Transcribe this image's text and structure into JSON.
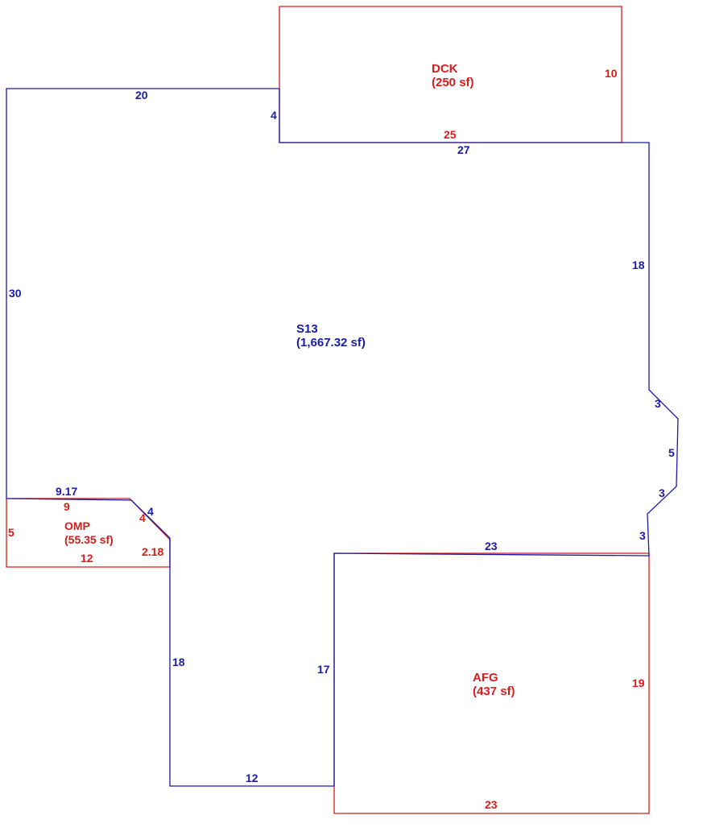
{
  "colors": {
    "main_structure": "#1a1aa8",
    "attached": "#d81c1c"
  },
  "areas": {
    "s13": {
      "name": "S13",
      "area": "(1,667.32 sf)"
    },
    "dck": {
      "name": "DCK",
      "area": "(250 sf)"
    },
    "omp": {
      "name": "OMP",
      "area": "(55.35 sf)"
    },
    "afg": {
      "name": "AFG",
      "area": "(437 sf)"
    }
  },
  "dimensions": {
    "s13": {
      "top_left": "20",
      "step": "4",
      "top_right": "27",
      "right_upper": "18",
      "bay_top": "3",
      "bay_side": "5",
      "bay_bottom": "3",
      "right_lower": "3",
      "garage_top": "23",
      "garage_left": "17",
      "bottom": "12",
      "left_lower": "18",
      "porch_top": "9.17",
      "porch_diag": "4",
      "left": "30"
    },
    "dck": {
      "side": "10",
      "bottom": "25"
    },
    "omp": {
      "top": "9",
      "diag": "4",
      "left": "5",
      "bottom": "12",
      "right": "2.18"
    },
    "afg": {
      "side": "19",
      "bottom": "23"
    }
  }
}
